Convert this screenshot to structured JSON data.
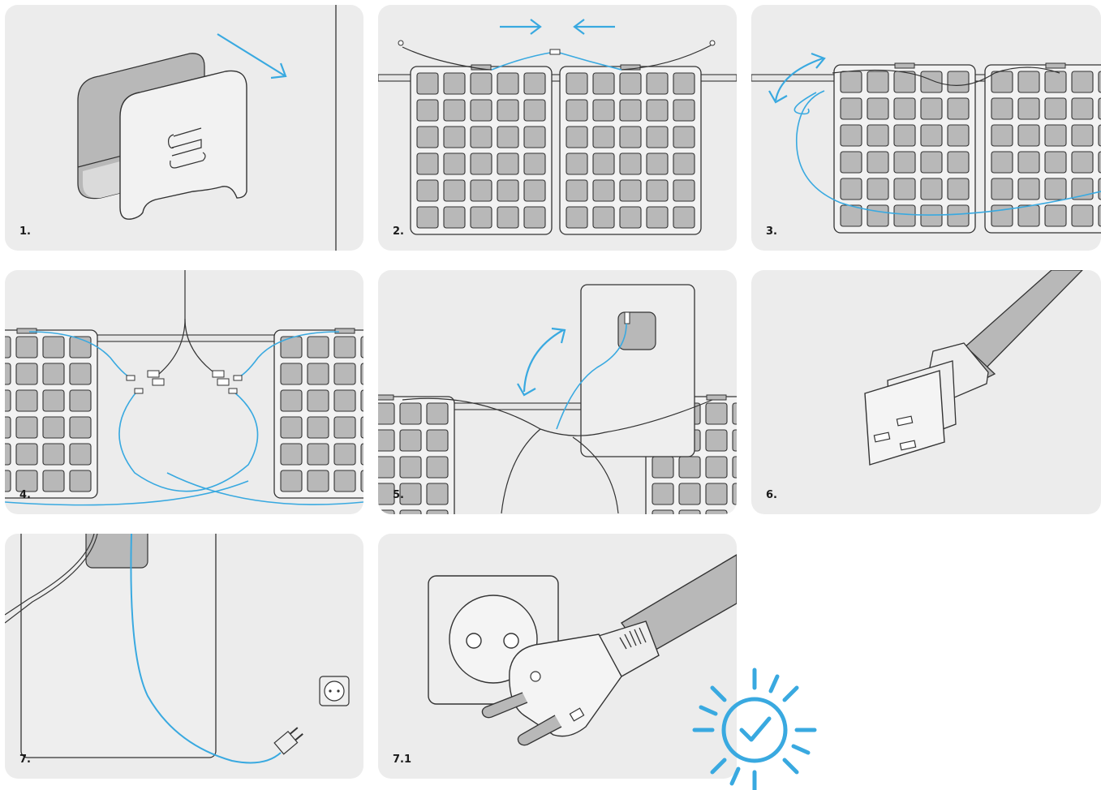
{
  "steps": {
    "s1": "1.",
    "s2": "2.",
    "s3": "3.",
    "s4": "4.",
    "s5": "5.",
    "s6": "6.",
    "s7": "7.",
    "s71": "7.1"
  },
  "colors": {
    "panel_bg": "#ececec",
    "line": "#333333",
    "accent_blue": "#39a9e0",
    "gray_fill": "#b8b8b8",
    "light_fill": "#eeeeee"
  },
  "icons": {
    "step1": "wall-mount-bracket-icon",
    "step2": "connect-panels-arrows-icon",
    "step3": "cable-route-icon",
    "step4": "y-connector-icon",
    "step5": "inverter-connection-icon",
    "step6": "iec-c19-plug-icon",
    "step7": "route-cable-to-socket-icon",
    "step71": "plug-into-socket-icon",
    "success": "success-check-icon"
  }
}
